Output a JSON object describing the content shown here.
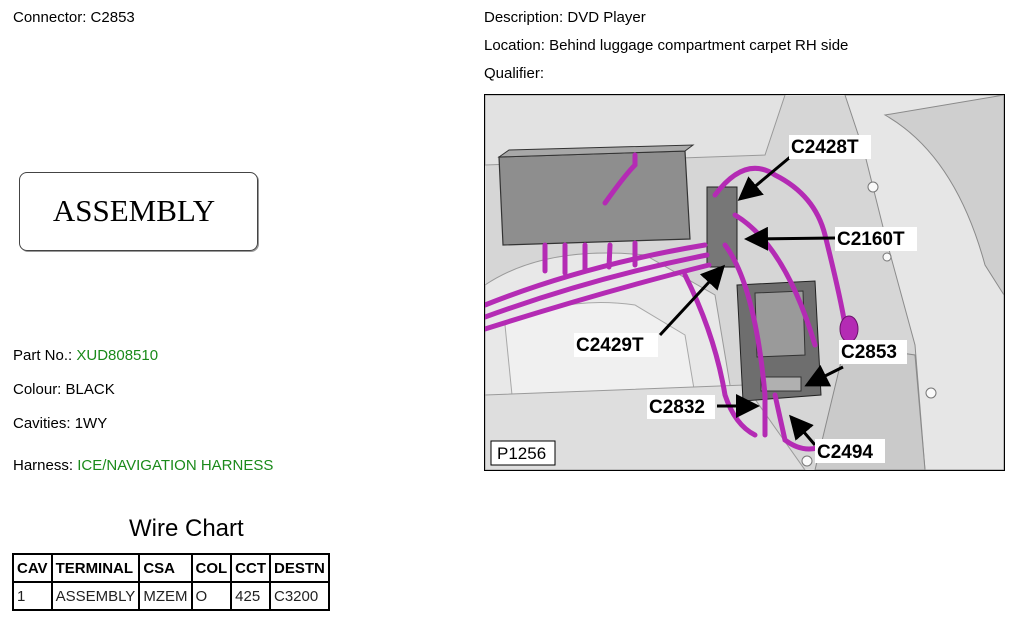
{
  "connector": {
    "label": "Connector:",
    "value": "C2853"
  },
  "description": {
    "label": "Description:",
    "value": "DVD Player"
  },
  "location": {
    "label": "Location:",
    "value": "Behind luggage compartment carpet RH side"
  },
  "qualifier": {
    "label": "Qualifier:",
    "value": ""
  },
  "assembly_label": "ASSEMBLY",
  "part_no": {
    "label": "Part No.:",
    "value": "XUD808510"
  },
  "colour": {
    "label": "Colour:",
    "value": "BLACK"
  },
  "cavities": {
    "label": "Cavities:",
    "value": "1WY"
  },
  "harness": {
    "label": "Harness:",
    "value": "ICE/NAVIGATION HARNESS"
  },
  "wire_chart": {
    "title": "Wire Chart",
    "headers": [
      "CAV",
      "TERMINAL",
      "CSA",
      "COL",
      "CCT",
      "DESTN"
    ],
    "rows": [
      [
        "1",
        "ASSEMBLY",
        "MZEM",
        "O",
        "425",
        "C3200"
      ]
    ]
  },
  "photo": {
    "id_label": "P1256",
    "callouts": [
      "C2428T",
      "C2160T",
      "C2429T",
      "C2853",
      "C2832",
      "C2494"
    ]
  },
  "colors": {
    "link_green": "#1a8a1a",
    "harness_magenta": "#b42bb4"
  }
}
